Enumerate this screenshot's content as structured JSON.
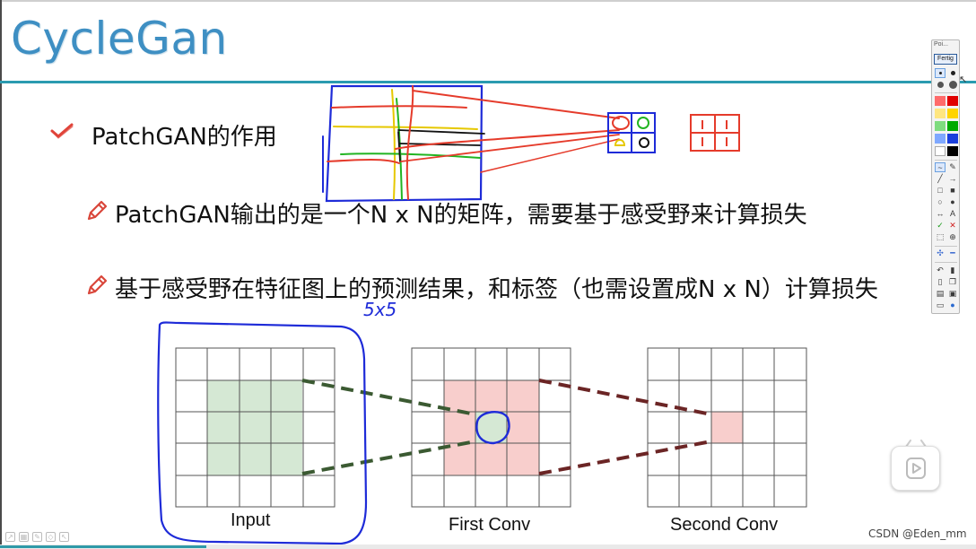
{
  "slide": {
    "title": "CycleGan",
    "bullets": [
      {
        "icon": "check-icon",
        "text": "PatchGAN的作用"
      },
      {
        "icon": "pencil-icon",
        "text": "PatchGAN输出的是一个N x N的矩阵，需要基于感受野来计算损失"
      },
      {
        "icon": "pencil-icon",
        "text": "基于感受野在特征图上的预测结果，和标签（也需设置成N x N）计算损失"
      }
    ],
    "handwritten_note": "5x5",
    "grid_labels": {
      "input": "Input",
      "first_conv": "First Conv",
      "second_conv": "Second Conv"
    }
  },
  "toolbar": {
    "title": "Poi...",
    "done_label": "Fertig",
    "colors": [
      "#ff6b6b",
      "#e00000",
      "#ffe680",
      "#ffd400",
      "#7fdc7f",
      "#00aa00",
      "#7fa8ff",
      "#1a3fdc",
      "#ffffff",
      "#000000"
    ],
    "tools": [
      "pen-tool",
      "eraser-tool",
      "line-tool",
      "arrow-tool",
      "rectangle-tool",
      "filled-rectangle-tool",
      "ellipse-tool",
      "filled-ellipse-tool",
      "double-arrow-tool",
      "text-tool",
      "check-tool",
      "cross-tool",
      "area-tool",
      "zoom-tool",
      "move-tool",
      "minus-tool",
      "undo-tool",
      "delete-tool",
      "new-page-tool",
      "copy-tool",
      "print-tool",
      "save-tool",
      "screen-tool",
      "info-tool"
    ]
  },
  "watermark": "CSDN @Eden_mm",
  "colors": {
    "title": "#3e8fc3",
    "rule": "#2b9bb0",
    "green_fill": "#d5e8d4",
    "pink_fill": "#f8cecc",
    "ink_blue": "#1e2bd8",
    "ink_red": "#e53b2b"
  }
}
